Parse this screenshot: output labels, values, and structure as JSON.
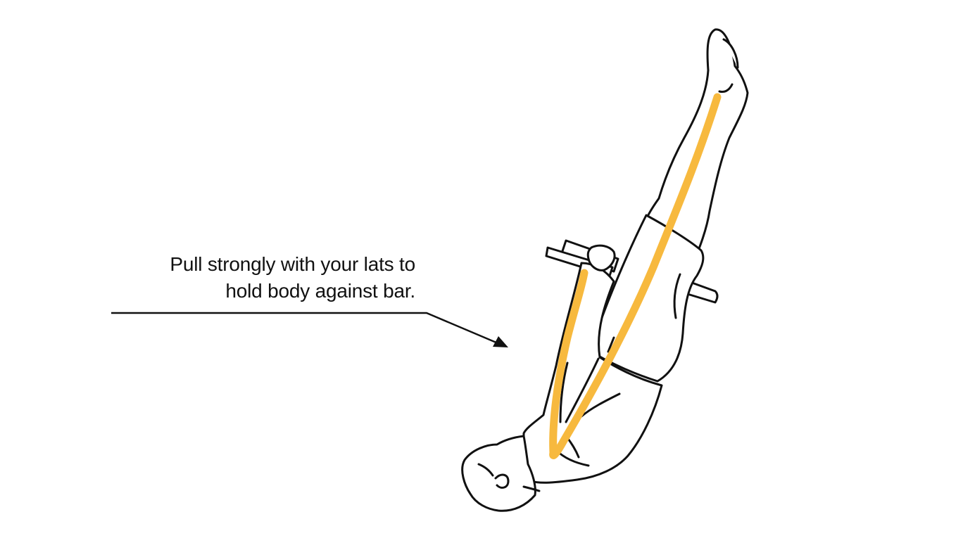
{
  "annotation": {
    "line_1": "Pull strongly with your lats to",
    "line_2": "hold body against bar."
  },
  "colors": {
    "background": "#ffffff",
    "outline": "#111111",
    "highlight": "#f7b93e"
  },
  "icons": {
    "figure": "inverted-hang-figure",
    "bar": "pull-up-bar",
    "pointer": "arrow-pointer"
  }
}
